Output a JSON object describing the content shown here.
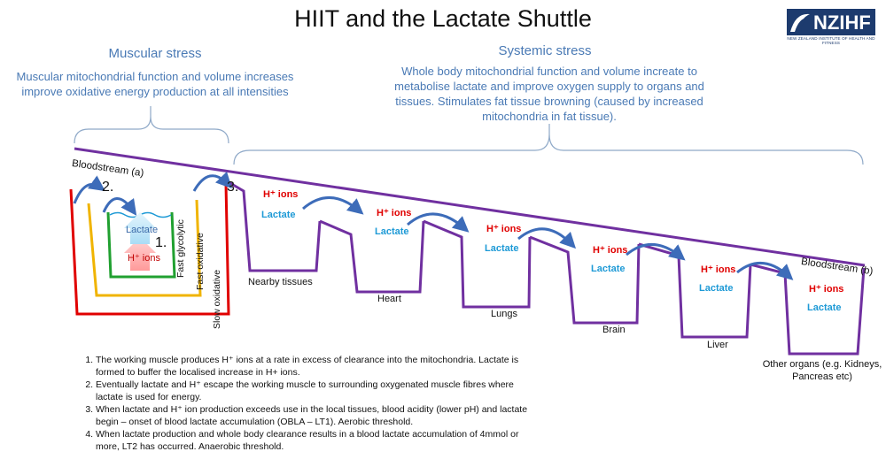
{
  "header": {
    "title": "HIIT and the Lactate Shuttle",
    "logo_text": "NZIHF",
    "logo_subtitle": "NEW ZEALAND INSTITUTE OF HEALTH AND FITNESS"
  },
  "muscular": {
    "heading": "Muscular stress",
    "text": "Muscular mitochondrial function and volume increases improve oxidative energy production at all intensities"
  },
  "systemic": {
    "heading": "Systemic stress",
    "text": "Whole body mitochondrial function and volume increate to metabolise lactate and improve oxygen supply to organs and tissues. Stimulates fat tissue browning (caused by increased mitochondria in fat tissue)."
  },
  "diagram": {
    "bloodstream_a": "Bloodstream (a)",
    "bloodstream_b": "Bloodstream (b)",
    "step1": "1.",
    "step2": "2.",
    "step3": "3.",
    "muscle_lactate": "Lactate",
    "muscle_hions": "H⁺ ions",
    "fiber_fast_glycolytic": "Fast glycolytic",
    "fiber_fast_oxidative": "Fast oxidative",
    "fiber_slow_oxidative": "Slow oxidative",
    "hions_label": "H⁺ ions",
    "lactate_label": "Lactate",
    "organs": [
      {
        "name": "Nearby tissues"
      },
      {
        "name": "Heart"
      },
      {
        "name": "Lungs"
      },
      {
        "name": "Brain"
      },
      {
        "name": "Liver"
      },
      {
        "name": "Other organs (e.g. Kidneys, Pancreas etc)"
      }
    ]
  },
  "colors": {
    "purple": "#7030a0",
    "red": "#e00000",
    "yellow": "#f0b400",
    "green": "#20a030",
    "blue_text": "#4a7ab5",
    "lactate_blue": "#1e9ad6",
    "arrow_blue": "#3d6cb9"
  },
  "notes": [
    "The working muscle produces H⁺ ions at a rate in excess of clearance into the mitochondria. Lactate is formed to buffer the localised increase in H+ ions.",
    "Eventually lactate and H⁺ escape the working muscle to surrounding oxygenated muscle fibres where lactate is used for energy.",
    "When lactate and H⁺ ion production exceeds use in the local tissues, blood acidity (lower pH) and lactate begin – onset of blood lactate accumulation (OBLA – LT1). Aerobic threshold.",
    "When lactate production and whole body clearance results in a blood lactate accumulation of 4mmol or more, LT2 has occurred. Anaerobic threshold."
  ]
}
